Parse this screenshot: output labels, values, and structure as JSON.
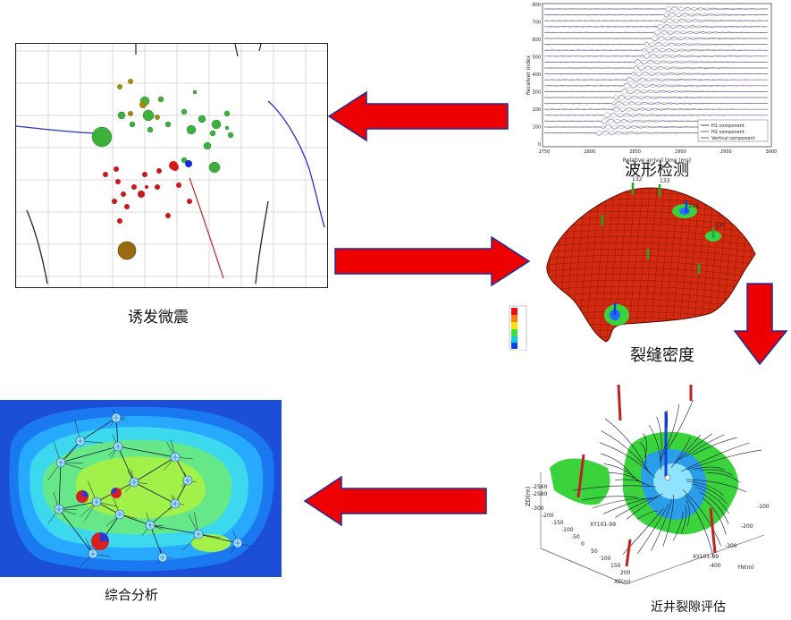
{
  "captions": {
    "waveform": "波形检测",
    "microseismic": "诱发微震",
    "fracture_density": "裂缝密度",
    "near_well": "近井裂隙评估",
    "integrated": "综合分析"
  },
  "waveform_chart": {
    "ylabel": "Receiver index",
    "xlabel": "Relative arrival time (ms)",
    "x_ticks": [
      "2750",
      "2800",
      "2850",
      "2900",
      "2950",
      "3000"
    ],
    "y_ticks": [
      "800",
      "700",
      "600",
      "500",
      "400",
      "300",
      "200",
      "100",
      "0"
    ],
    "legend": [
      "H1 component",
      "H2 component",
      "Vertical component"
    ]
  },
  "fracture_labels": [
    "132",
    "133",
    "134",
    "135"
  ],
  "near_well_axes": {
    "z_label": "ZD(m)",
    "z_ticks": [
      "-2560",
      "-2580"
    ],
    "x_label": "XE(m)",
    "x_ticks": [
      "-300",
      "-200",
      "-150",
      "-100",
      "-50",
      "0",
      "50",
      "100",
      "150",
      "200"
    ],
    "y_label": "YN(m)",
    "y_ticks": [
      "-100",
      "-200",
      "-300",
      "-400"
    ],
    "well_label": "XY101-99"
  },
  "colors": {
    "arrow_fill": "#ee0000",
    "arrow_stroke": "#1a2fa0",
    "fracture_surface": "#d42a10",
    "integrated_bg": "#1c4fd8"
  }
}
